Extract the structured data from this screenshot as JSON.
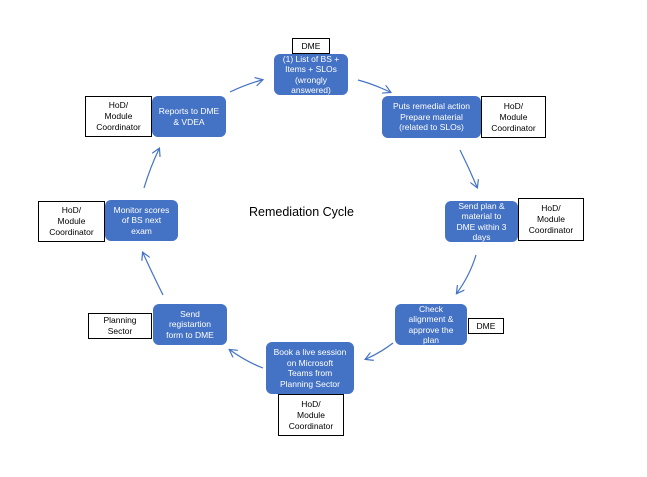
{
  "title": "Remediation Cycle",
  "steps": [
    {
      "id": "s1",
      "label": "(1) List of BS +\nItems + SLOs\n(wrongly\nanswered)",
      "role": "DME"
    },
    {
      "id": "s2",
      "label": "Puts remedial action\nPrepare material\n(related to SLOs)",
      "role": "HoD/\nModule\nCoordinator"
    },
    {
      "id": "s3",
      "label": "Send plan &\nmaterial to\nDME within 3\ndays",
      "role": "HoD/\nModule\nCoordinator"
    },
    {
      "id": "s4",
      "label": "Check\nalignment &\napprove the\nplan",
      "role": "DME"
    },
    {
      "id": "s5",
      "label": "Book a live session\non Microsoft\nTeams from\nPlanning Sector",
      "role": "HoD/\nModule\nCoordinator"
    },
    {
      "id": "s6",
      "label": "Send\nregistartion\nform to DME",
      "role": "Planning\nSector"
    },
    {
      "id": "s7",
      "label": "Monitor scores\nof BS next\nexam",
      "role": "HoD/\nModule\nCoordinator"
    },
    {
      "id": "s8",
      "label": "Reports to DME\n& VDEA",
      "role": "HoD/\nModule\nCoordinator"
    }
  ],
  "colors": {
    "step_fill": "#4472c4",
    "step_text": "#ffffff",
    "arrow": "#4472c4",
    "role_border": "#000000"
  }
}
